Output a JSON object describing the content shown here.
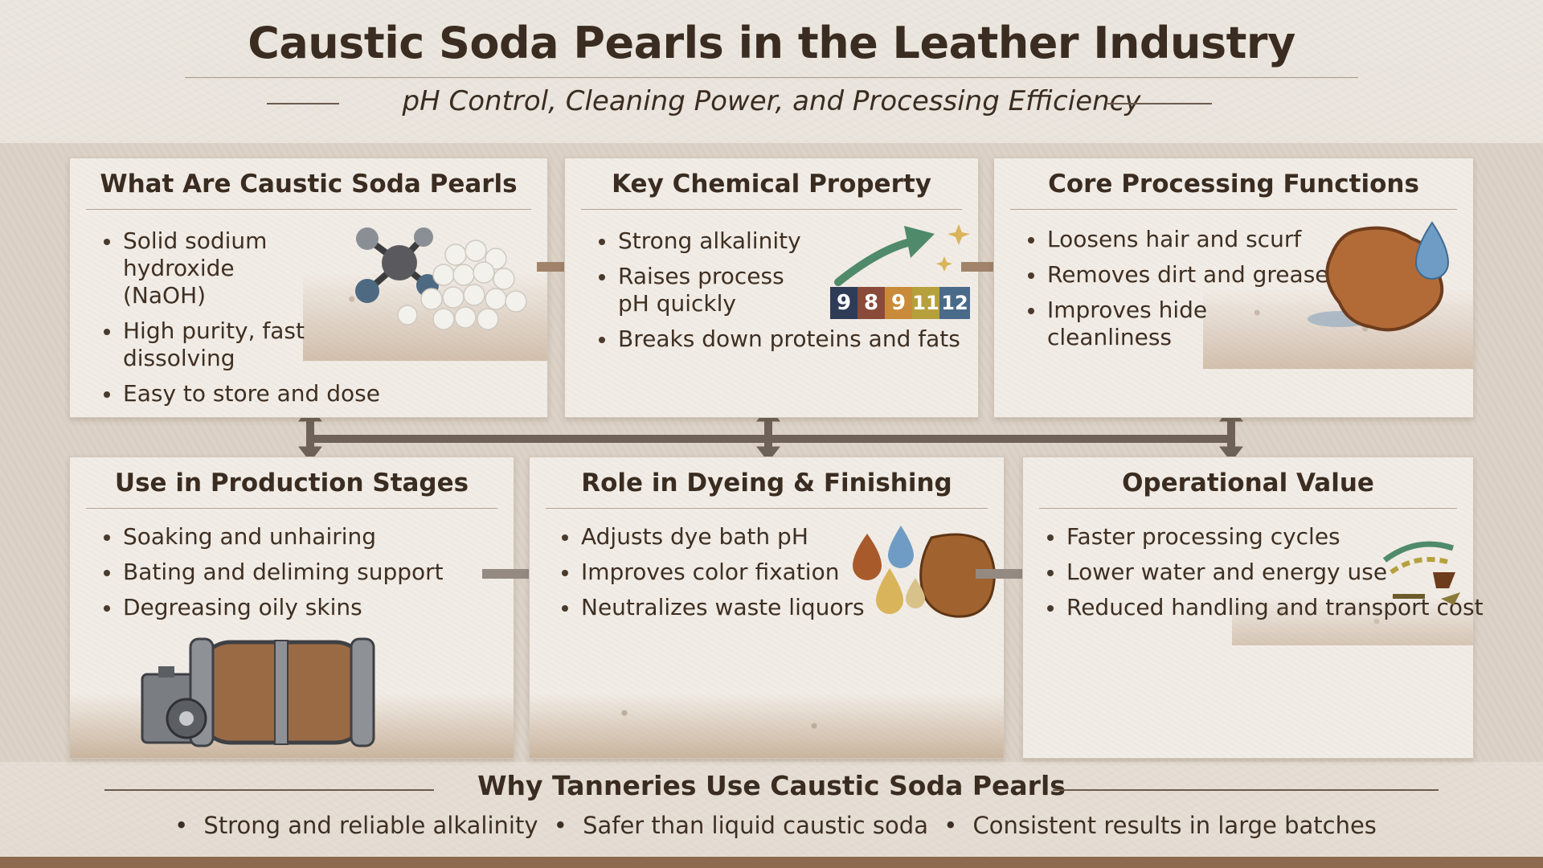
{
  "header": {
    "title": "Caustic Soda Pearls in the Leather Industry",
    "subtitle": "pH Control, Cleaning Power, and Processing Efficiency"
  },
  "cards": {
    "what_are": {
      "title": "What Are Caustic Soda Pearls",
      "items": [
        "Solid sodium hydroxide (NaOH)",
        "High purity, fast dissolving",
        "Easy to store and dose"
      ]
    },
    "key_property": {
      "title": "Key Chemical Property",
      "items": [
        "Strong alkalinity",
        "Raises process pH quickly",
        "Breaks down proteins and fats"
      ],
      "ph_scale": [
        "9",
        "8",
        "9",
        "11",
        "12"
      ]
    },
    "core_functions": {
      "title": "Core Processing Functions",
      "items": [
        "Loosens hair and scurf",
        "Removes dirt and grease",
        "Improves hide cleanliness"
      ]
    },
    "production_stages": {
      "title": "Use in Production Stages",
      "items": [
        "Soaking and unhairing",
        "Bating and deliming support",
        "Degreasing oily skins"
      ]
    },
    "dyeing": {
      "title": "Role in Dyeing & Finishing",
      "items": [
        "Adjusts dye bath pH",
        "Improves color fixation",
        "Neutralizes waste liquors"
      ]
    },
    "operational": {
      "title": "Operational Value",
      "items": [
        "Faster processing cycles",
        "Lower water and energy use",
        "Reduced handling and transport cost"
      ]
    }
  },
  "footer": {
    "title": "Why Tanneries Use Caustic Soda Pearls",
    "reasons": [
      "Strong and reliable alkalinity",
      "Safer than liquid caustic soda",
      "Consistent results in large batches"
    ]
  },
  "colors": {
    "text": "#3a2c20",
    "accent_brown": "#8d6a4e",
    "accent_green": "#4f8a6a",
    "water_blue": "#6f9cc4"
  }
}
